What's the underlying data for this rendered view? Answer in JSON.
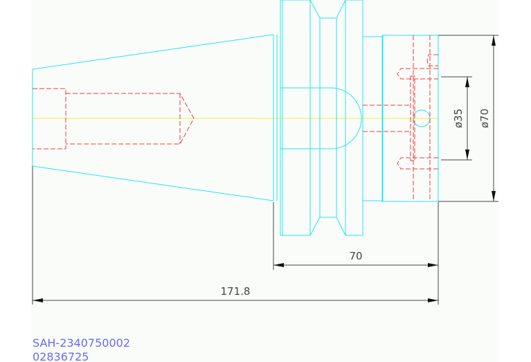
{
  "drawing": {
    "dimensions": {
      "length_total": "171.8",
      "length_body": "70",
      "dia_bolt_circle": "ø35",
      "dia_body": "ø70"
    },
    "part_number": "SAH-2340750002",
    "article_number": "02836725"
  },
  "colors": {
    "outline": "#22e5f0",
    "hidden": "#f03c3c",
    "centerline": "#eeee40",
    "dimension": "#444444",
    "text": "#6a6af0"
  }
}
